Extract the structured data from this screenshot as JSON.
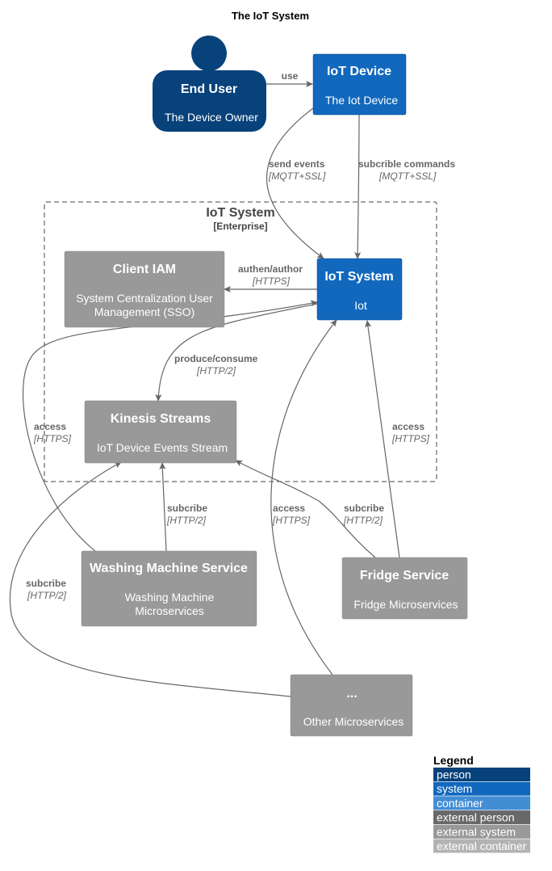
{
  "diagram": {
    "title": "The IoT System",
    "colors": {
      "person": "#08427b",
      "system": "#1168bd",
      "container": "#438dd5",
      "external_person": "#686868",
      "external_system": "#999999",
      "external_container": "#b3b3b3",
      "edge": "#666666"
    },
    "nodes": {
      "end_user": {
        "title": "End User",
        "desc": "The Device Owner",
        "kind": "person"
      },
      "iot_device": {
        "title": "IoT Device",
        "desc": "The Iot Device",
        "kind": "system"
      },
      "iot_system": {
        "title": "IoT System",
        "desc": "Iot",
        "kind": "system"
      },
      "client_iam": {
        "title": "Client IAM",
        "desc_line1": "System Centralization User",
        "desc_line2": "Management (SSO)",
        "kind": "external_system"
      },
      "kinesis": {
        "title": "Kinesis Streams",
        "desc": "IoT Device Events Stream",
        "kind": "external_system"
      },
      "washing": {
        "title": "Washing Machine Service",
        "desc_line1": "Washing Machine",
        "desc_line2": "Microservices",
        "kind": "external_system"
      },
      "fridge": {
        "title": "Fridge Service",
        "desc": "Fridge Microservices",
        "kind": "external_system"
      },
      "other": {
        "title": "...",
        "desc": "Other Microservices",
        "kind": "external_system"
      }
    },
    "boundary": {
      "title": "IoT System",
      "type": "[Enterprise]"
    },
    "edges": {
      "use": {
        "label": "use"
      },
      "send_events": {
        "label": "send events",
        "tech": "[MQTT+SSL]"
      },
      "subscribe_commands": {
        "label": "subcrible commands",
        "tech": "[MQTT+SSL]"
      },
      "authen": {
        "label": "authen/author",
        "tech": "[HTTPS]"
      },
      "produce": {
        "label": "produce/consume",
        "tech": "[HTTP/2]"
      },
      "washing_access": {
        "label": "access",
        "tech": "[HTTPS]"
      },
      "fridge_access": {
        "label": "access",
        "tech": "[HTTPS]"
      },
      "washing_subscribe": {
        "label": "subcribe",
        "tech": "[HTTP/2]"
      },
      "fridge_subscribe": {
        "label": "subcribe",
        "tech": "[HTTP/2]"
      },
      "other_access": {
        "label": "access",
        "tech": "[HTTPS]"
      },
      "other_subscribe": {
        "label": "subcribe",
        "tech": "[HTTP/2]"
      }
    },
    "legend": {
      "title": "Legend",
      "items": [
        {
          "label": "person",
          "color": "#08427b"
        },
        {
          "label": "system",
          "color": "#1168bd"
        },
        {
          "label": "container",
          "color": "#438dd5"
        },
        {
          "label": "external person",
          "color": "#686868"
        },
        {
          "label": "external system",
          "color": "#999999"
        },
        {
          "label": "external container",
          "color": "#b3b3b3"
        }
      ]
    }
  }
}
